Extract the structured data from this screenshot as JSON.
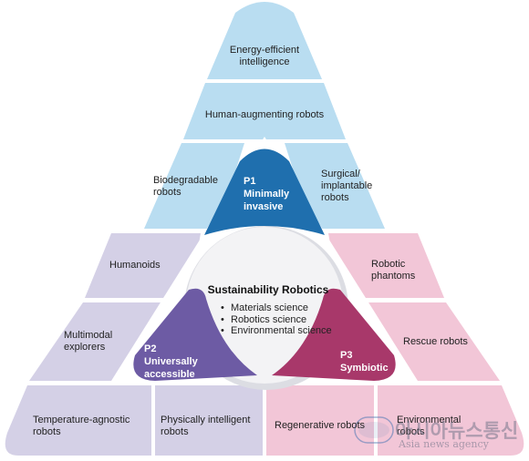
{
  "diagram": {
    "center": {
      "title": "Sustainability Robotics",
      "items": [
        "Materials science",
        "Robotics science",
        "Environmental science"
      ]
    },
    "pillars": {
      "p1": {
        "line1": "P1",
        "line2": "Minimally",
        "line3": "invasive",
        "color": "#1f6fae"
      },
      "p2": {
        "line1": "P2",
        "line2": "Universally",
        "line3": "accessible",
        "color": "#6d5ba4"
      },
      "p3": {
        "line1": "P3",
        "line2": "Symbiotic",
        "color": "#a8386a"
      }
    },
    "top_section": {
      "color": "#b9ddf1",
      "energy": [
        "Energy-efficient",
        "intelligence"
      ],
      "human_aug": "Human-augmenting robots",
      "biodegradable": [
        "Biodegradable",
        "robots"
      ],
      "surgical": [
        "Surgical/",
        "implantable",
        "robots"
      ]
    },
    "left_section": {
      "color": "#d4d0e6",
      "humanoids": "Humanoids",
      "multimodal": [
        "Multimodal",
        "explorers"
      ],
      "temperature": [
        "Temperature-agnostic",
        "robots"
      ],
      "physically": [
        "Physically intelligent",
        "robots"
      ]
    },
    "right_section": {
      "color": "#f2c6d7",
      "phantoms": [
        "Robotic",
        "phantoms"
      ],
      "rescue": "Rescue robots",
      "regenerative": "Regenerative robots",
      "environmental": [
        "Environmental",
        "robots"
      ]
    }
  },
  "watermark": {
    "main": "아시아뉴스통신",
    "sub": "Asia news agency",
    "logo_text": "아시아뉴스통신"
  }
}
